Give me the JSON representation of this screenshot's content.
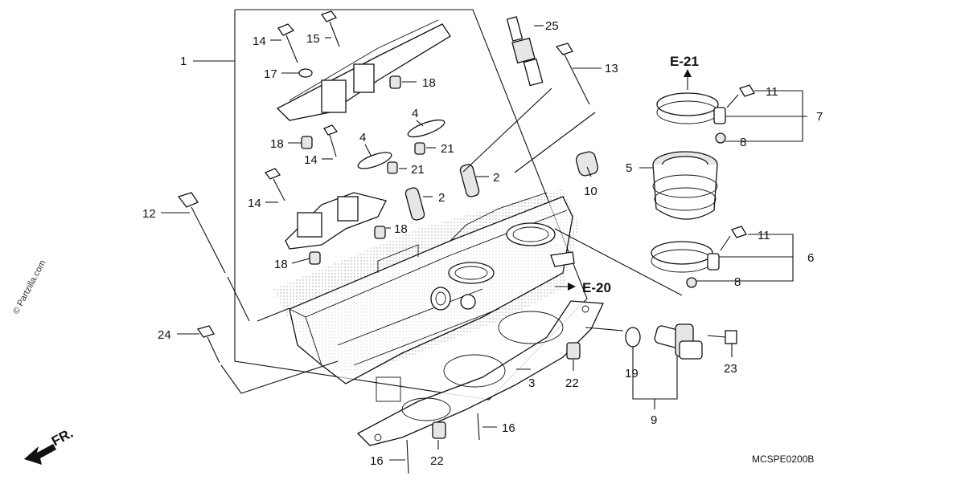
{
  "watermark": "© Partzilla.com",
  "diagram_code": "MCSPE0200B",
  "direction": "FR.",
  "refs": {
    "e21": "E-21",
    "e20": "E-20"
  },
  "callouts": {
    "c1": "1",
    "c2a": "2",
    "c2b": "2",
    "c3": "3",
    "c4a": "4",
    "c4b": "4",
    "c5": "5",
    "c6": "6",
    "c7": "7",
    "c8a": "8",
    "c8b": "8",
    "c9": "9",
    "c10": "10",
    "c11a": "11",
    "c11b": "11",
    "c12": "12",
    "c13": "13",
    "c14a": "14",
    "c14b": "14",
    "c14c": "14",
    "c15": "15",
    "c16a": "16",
    "c16b": "16",
    "c17": "17",
    "c18a": "18",
    "c18b": "18",
    "c18c": "18",
    "c18d": "18",
    "c19": "19",
    "c21a": "21",
    "c21b": "21",
    "c22a": "22",
    "c22b": "22",
    "c23": "23",
    "c24": "24",
    "c25": "25"
  }
}
